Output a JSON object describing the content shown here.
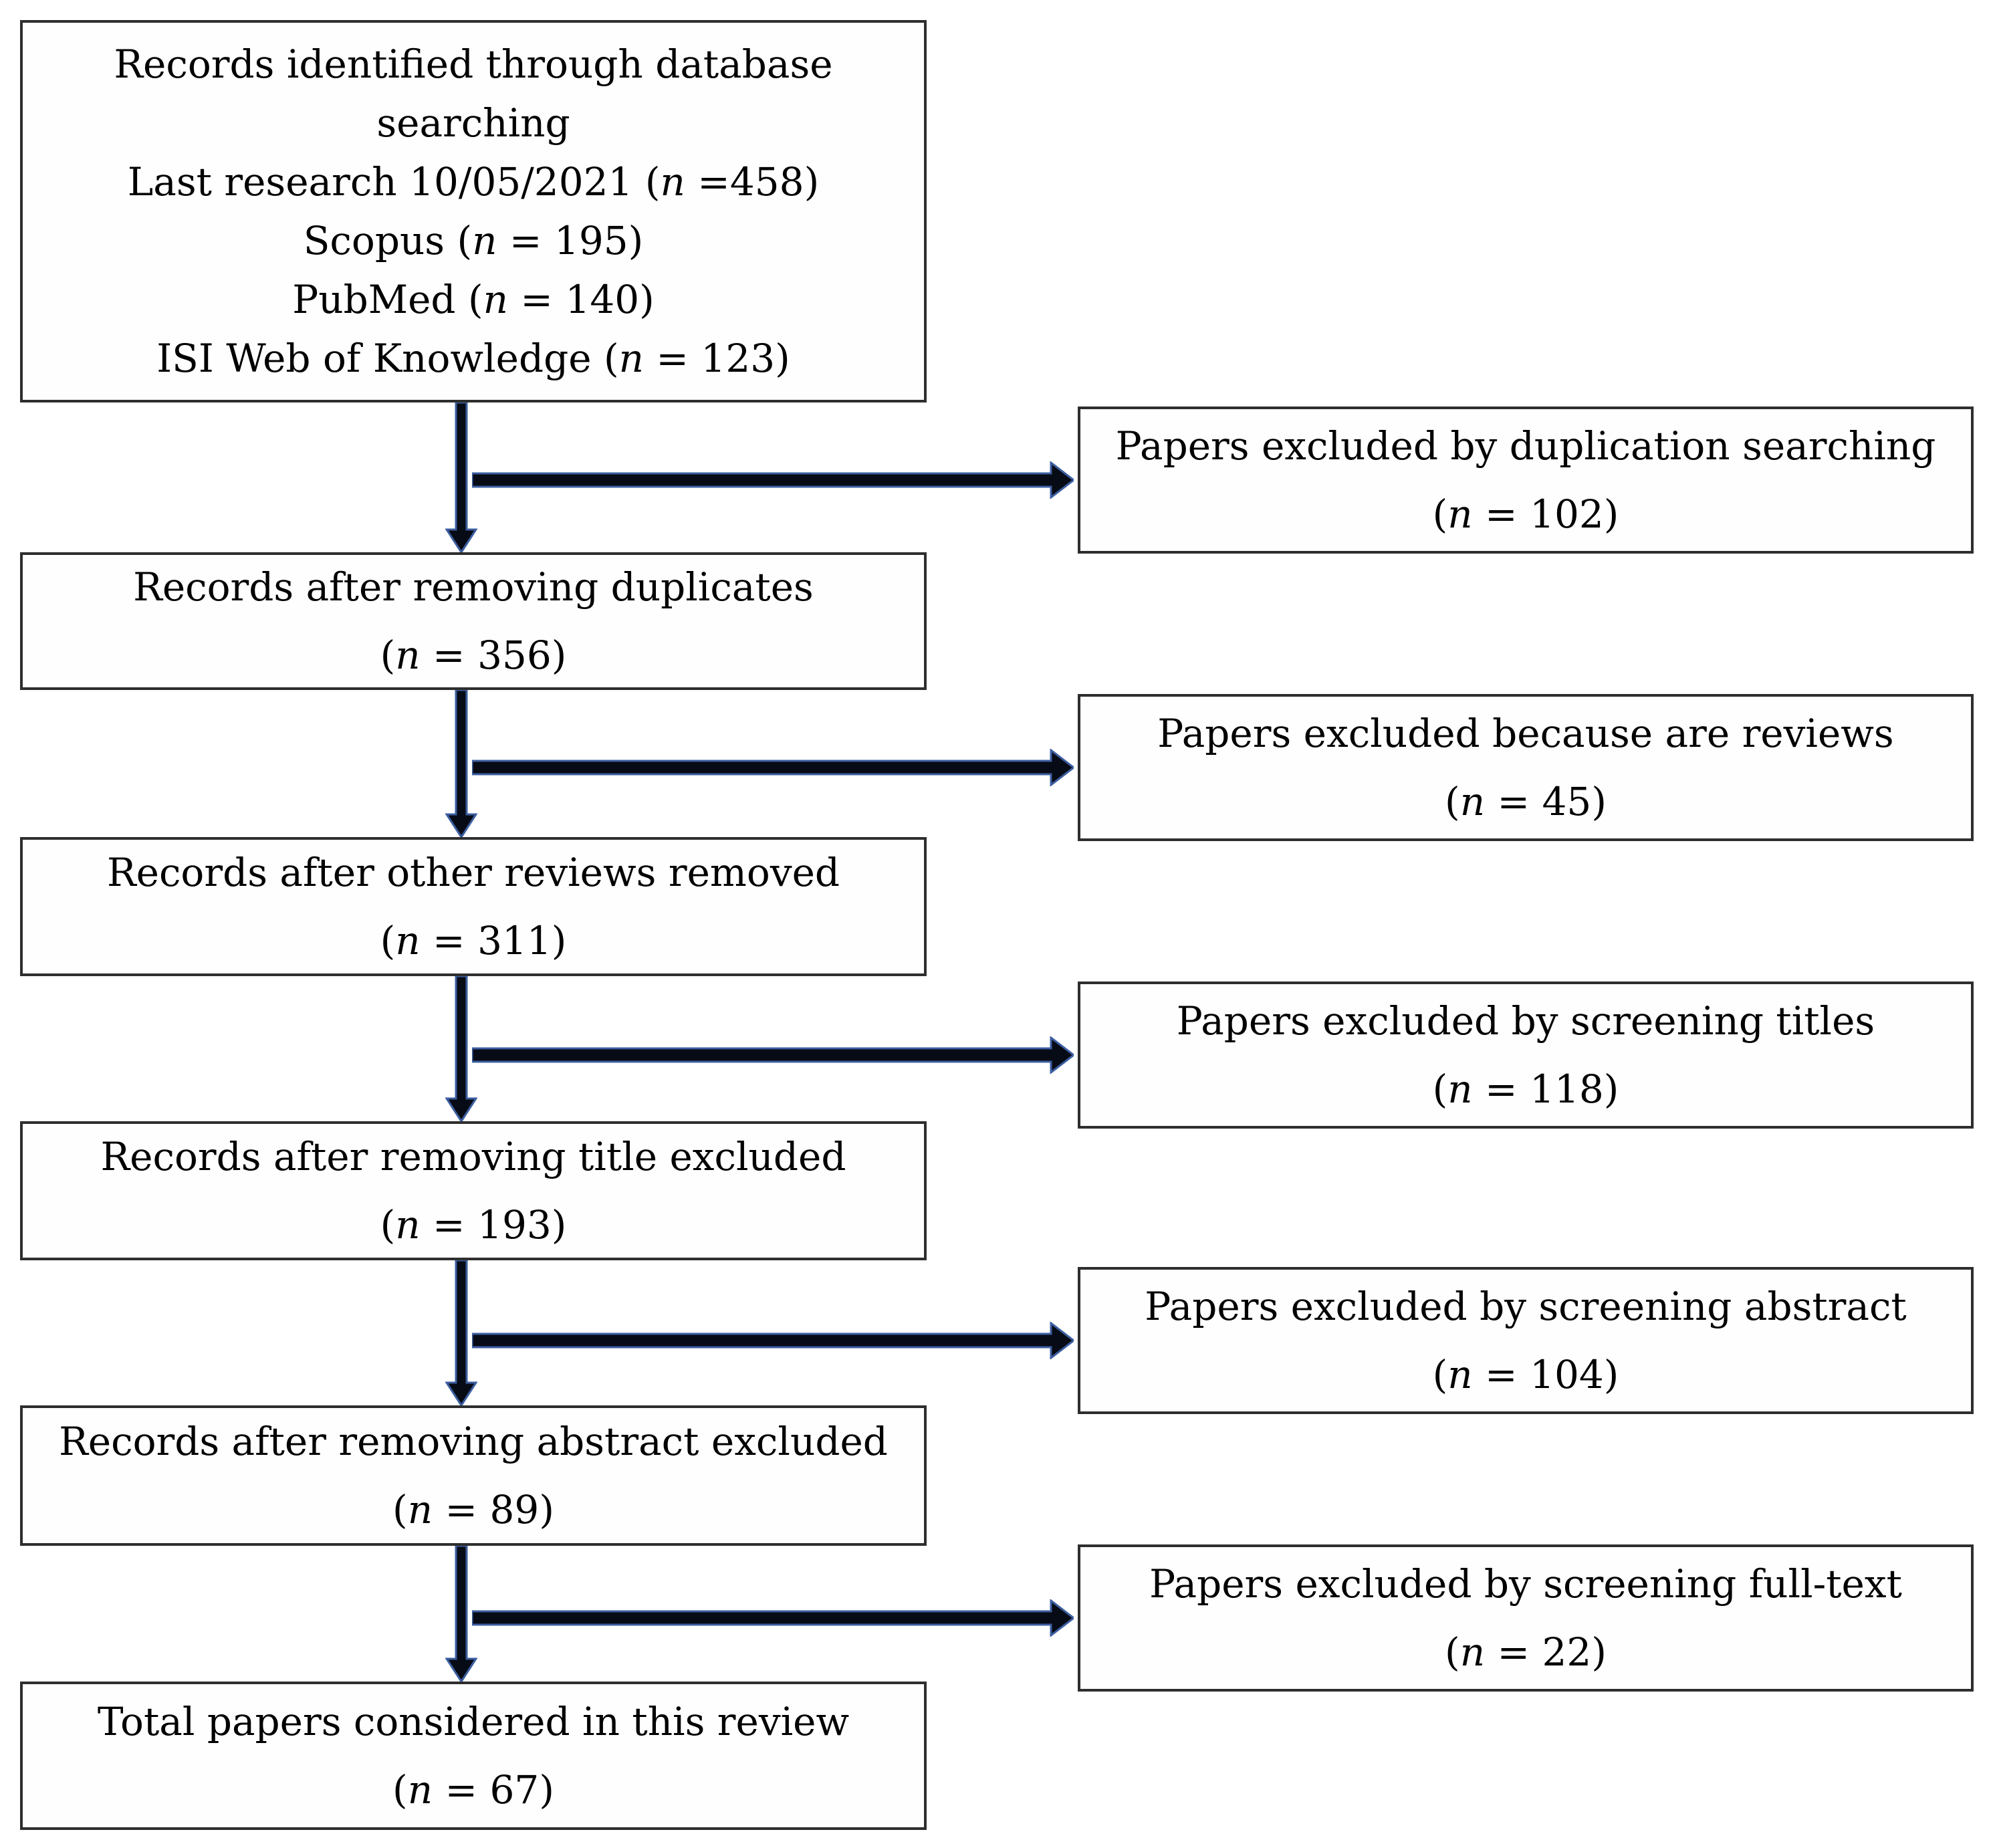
{
  "colors": {
    "background": "#ffffff",
    "box_fill": "#fefefe",
    "box_border": "#2e2e2e",
    "text": "#000000",
    "arrow_fill": "#070b15",
    "arrow_outline": "#3c5ea0"
  },
  "flow": {
    "left_column": [
      {
        "id": "identification",
        "lines": [
          [
            {
              "text": "Records identified through database"
            }
          ],
          [
            {
              "text": "searching"
            }
          ],
          [
            {
              "text": "Last research 10/05/2021 ("
            },
            {
              "text": "n",
              "italic": true
            },
            {
              "text": " =458)"
            }
          ],
          [
            {
              "text": "Scopus ("
            },
            {
              "text": "n",
              "italic": true
            },
            {
              "text": " = 195)"
            }
          ],
          [
            {
              "text": "PubMed ("
            },
            {
              "text": "n",
              "italic": true
            },
            {
              "text": " = 140)"
            }
          ],
          [
            {
              "text": "ISI Web of Knowledge ("
            },
            {
              "text": "n",
              "italic": true
            },
            {
              "text": " = 123)"
            }
          ]
        ]
      },
      {
        "id": "after-duplicates-removed",
        "lines": [
          [
            {
              "text": "Records after removing duplicates"
            }
          ],
          [
            {
              "text": "("
            },
            {
              "text": "n",
              "italic": true
            },
            {
              "text": " = 356)"
            }
          ]
        ]
      },
      {
        "id": "after-reviews-removed",
        "lines": [
          [
            {
              "text": "Records after other reviews removed"
            }
          ],
          [
            {
              "text": "("
            },
            {
              "text": "n",
              "italic": true
            },
            {
              "text": " = 311)"
            }
          ]
        ]
      },
      {
        "id": "after-title-screening",
        "lines": [
          [
            {
              "text": "Records after removing title excluded"
            }
          ],
          [
            {
              "text": "("
            },
            {
              "text": "n",
              "italic": true
            },
            {
              "text": " = 193)"
            }
          ]
        ]
      },
      {
        "id": "after-abstract-screening",
        "lines": [
          [
            {
              "text": "Records after removing abstract excluded"
            }
          ],
          [
            {
              "text": "("
            },
            {
              "text": "n",
              "italic": true
            },
            {
              "text": " = 89)"
            }
          ]
        ]
      },
      {
        "id": "total-included",
        "lines": [
          [
            {
              "text": "Total papers considered in this review"
            }
          ],
          [
            {
              "text": "("
            },
            {
              "text": "n",
              "italic": true
            },
            {
              "text": " = 67)"
            }
          ]
        ]
      }
    ],
    "right_column": [
      {
        "id": "excluded-duplicates",
        "lines": [
          [
            {
              "text": "Papers excluded by duplication searching"
            }
          ],
          [
            {
              "text": "("
            },
            {
              "text": "n",
              "italic": true
            },
            {
              "text": " = 102)"
            }
          ]
        ]
      },
      {
        "id": "excluded-reviews",
        "lines": [
          [
            {
              "text": "Papers excluded because are reviews"
            }
          ],
          [
            {
              "text": "("
            },
            {
              "text": "n",
              "italic": true
            },
            {
              "text": " = 45)"
            }
          ]
        ]
      },
      {
        "id": "excluded-titles",
        "lines": [
          [
            {
              "text": "Papers excluded by screening titles"
            }
          ],
          [
            {
              "text": "("
            },
            {
              "text": "n",
              "italic": true
            },
            {
              "text": " = 118)"
            }
          ]
        ]
      },
      {
        "id": "excluded-abstracts",
        "lines": [
          [
            {
              "text": "Papers excluded by screening abstract"
            }
          ],
          [
            {
              "text": "("
            },
            {
              "text": "n",
              "italic": true
            },
            {
              "text": " = 104)"
            }
          ]
        ]
      },
      {
        "id": "excluded-fulltext",
        "lines": [
          [
            {
              "text": "Papers excluded by screening full-text"
            }
          ],
          [
            {
              "text": "("
            },
            {
              "text": "n",
              "italic": true
            },
            {
              "text": " = 22)"
            }
          ]
        ]
      }
    ]
  }
}
